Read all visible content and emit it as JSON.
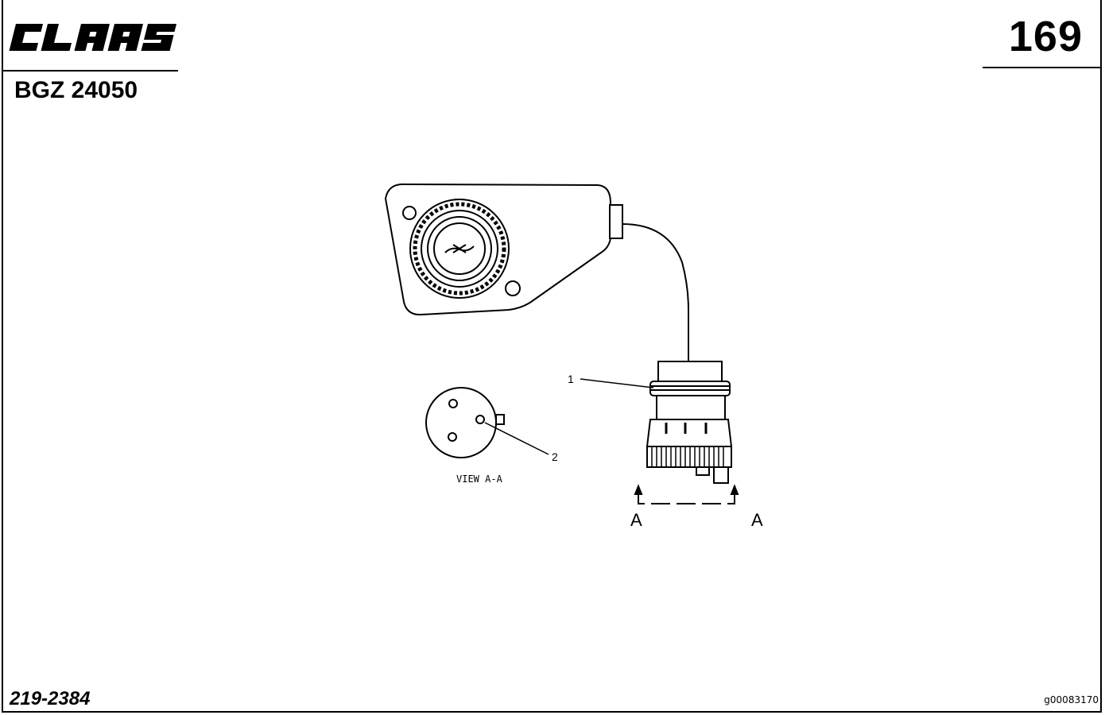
{
  "header": {
    "brand": "CLAAS",
    "page_number": "169",
    "document_code": "BGZ 24050"
  },
  "diagram": {
    "callouts": [
      "1",
      "2"
    ],
    "view_label": "VIEW A-A",
    "section_labels": [
      "A",
      "A"
    ]
  },
  "footer": {
    "part_number": "219-2384",
    "image_id": "g00083170"
  }
}
